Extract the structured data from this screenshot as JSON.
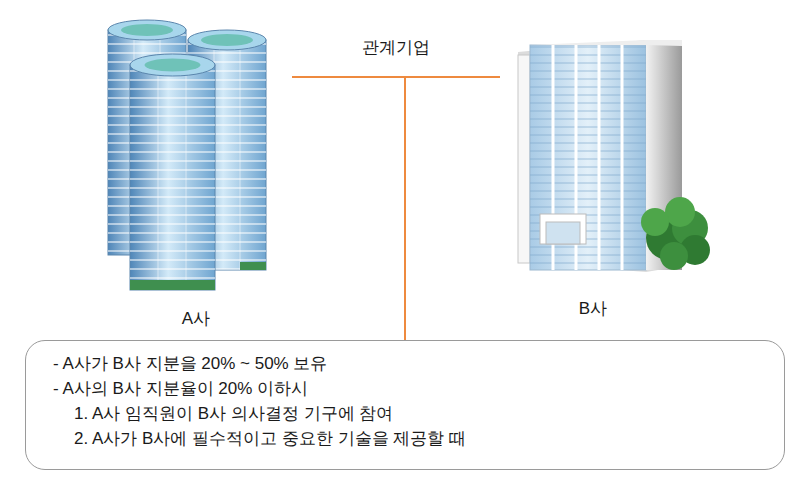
{
  "diagram": {
    "nodes": [
      {
        "text": [
          "A사"
        ]
      },
      {
        "text": [
          "B사"
        ]
      },
      {
        "text": [
          "- A사가 B사 지분을 20% ~ 50% 보유",
          "- A사의 B사 지분율이 20% 이하시",
          "1. A사 임직원이 B사 의사결정 기구에 참여",
          "2. A사가 B사에 필수적이고 중요한 기술을 제공할 때"
        ]
      }
    ],
    "edges": [
      {
        "from": 0,
        "to": 1,
        "arrow": "none",
        "label": "관계기업"
      },
      {
        "from": 0,
        "to": 2,
        "arrow": "none"
      },
      {
        "from": 1,
        "to": 2,
        "arrow": "none"
      }
    ]
  }
}
